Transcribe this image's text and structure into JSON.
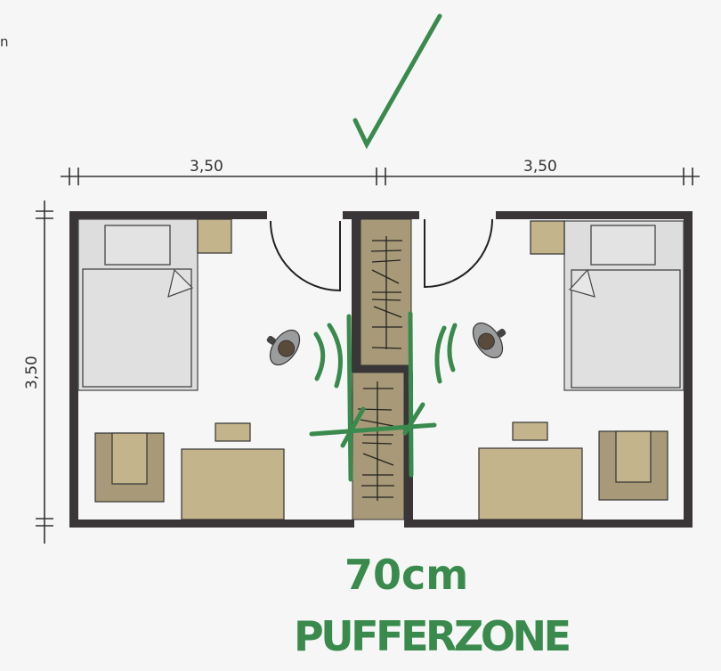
{
  "corner_fragment": "n",
  "dimensions": {
    "left_room_width": "3,50",
    "right_room_width": "3,50",
    "room_depth": "3,50"
  },
  "annotation": {
    "checkmark": "checkmark-icon",
    "measure": "70cm",
    "label": "PUFFERZONE"
  },
  "colors": {
    "wall": "#3a3637",
    "furniture": "#c4b48c",
    "rug_outer": "#a89a78",
    "bed": "#dcdddc",
    "annotation_green": "#3a8a4e",
    "background": "#f6f6f6"
  },
  "rooms": [
    {
      "name": "left-room",
      "items": [
        "bed",
        "nightstand",
        "desk",
        "chair",
        "armchair",
        "door",
        "person"
      ]
    },
    {
      "name": "right-room",
      "items": [
        "bed",
        "nightstand",
        "desk",
        "chair",
        "armchair",
        "door",
        "person"
      ]
    }
  ]
}
